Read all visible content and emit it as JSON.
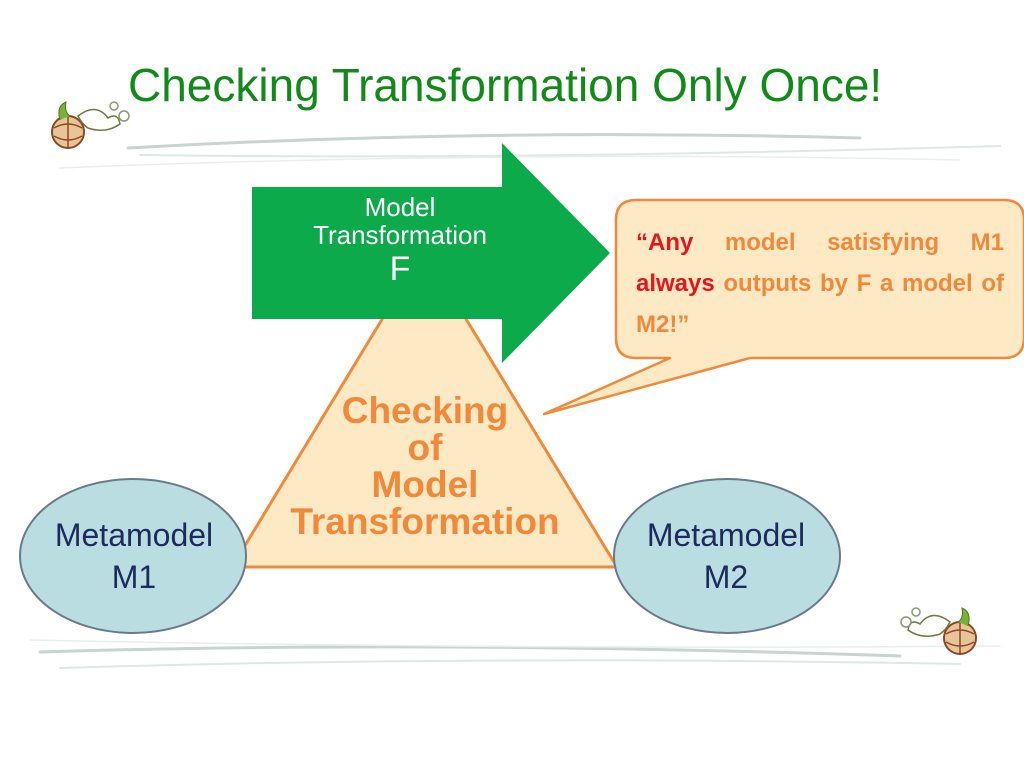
{
  "slide": {
    "title": "Checking Transformation Only Once!"
  },
  "arrow": {
    "line1": "Model",
    "line2": "Transformation",
    "symbol": "F"
  },
  "center": {
    "line1": "Checking",
    "line2": "of",
    "line3": "Model",
    "line4": "Transformation"
  },
  "metamodels": [
    {
      "name": "Metamodel",
      "id": "M1"
    },
    {
      "name": "Metamodel",
      "id": "M2"
    }
  ],
  "callout": {
    "open_quote": "“",
    "any": "Any",
    "part1": " model satisfying M1 ",
    "always": "always",
    "part2": " outputs by F a model of M2!”"
  },
  "colors": {
    "title": "#118a1a",
    "arrow": "#0caa4a",
    "triangle_fill": "#fde9c4",
    "accent": "#f0893a",
    "ellipse_fill": "#b9dde1",
    "emphasis": "#e8141b"
  },
  "icons": [
    "dove-globe-icon",
    "dove-globe-icon"
  ]
}
